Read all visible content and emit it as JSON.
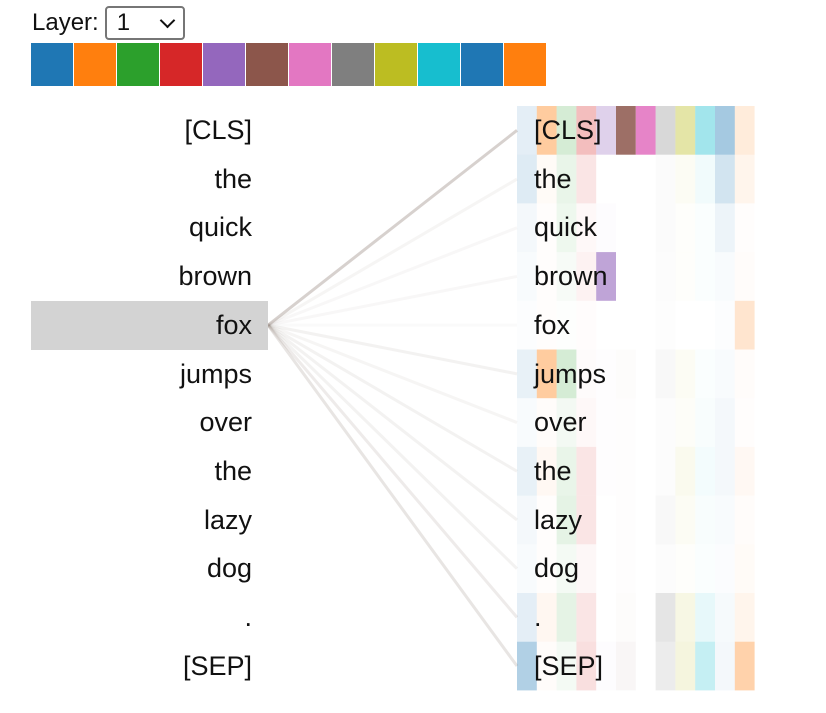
{
  "layer_label": "Layer:",
  "layer_value": "1",
  "selected_token_index": 4,
  "head_colors": [
    "#1f77b4",
    "#ff7f0e",
    "#2ca02c",
    "#d62728",
    "#9467bd",
    "#8c564b",
    "#e377c2",
    "#7f7f7f",
    "#bcbd22",
    "#17becf",
    "#1f77b4",
    "#ff7f0e"
  ],
  "tokens": [
    "[CLS]",
    "the",
    "quick",
    "brown",
    "fox",
    "jumps",
    "over",
    "the",
    "lazy",
    "dog",
    ".",
    "[SEP]"
  ],
  "line_attention": [
    0.35,
    0.08,
    0.06,
    0.06,
    0.04,
    0.1,
    0.08,
    0.1,
    0.1,
    0.1,
    0.15,
    0.2
  ],
  "attention": [
    [
      0.12,
      0.4,
      0.2,
      0.3,
      0.3,
      0.85,
      0.9,
      0.3,
      0.4,
      0.4,
      0.4,
      0.15
    ],
    [
      0.15,
      0.03,
      0.1,
      0.12,
      0,
      0,
      0,
      0.03,
      0.05,
      0.06,
      0.2,
      0.08
    ],
    [
      0.05,
      0.01,
      0.08,
      0.03,
      0.02,
      0,
      0,
      0.03,
      0.02,
      0.02,
      0.08,
      0.01
    ],
    [
      0.03,
      0.01,
      0.04,
      0.06,
      0.6,
      0,
      0,
      0.02,
      0.02,
      0.02,
      0.03,
      0.02
    ],
    [
      0.01,
      0.01,
      0.01,
      0.01,
      0,
      0,
      0,
      0.01,
      0,
      0,
      0.01,
      0.2
    ],
    [
      0.1,
      0.4,
      0.2,
      0.02,
      0.01,
      0.02,
      0,
      0.05,
      0.05,
      0.02,
      0.03,
      0.02
    ],
    [
      0.03,
      0.02,
      0.06,
      0.03,
      0.01,
      0.01,
      0,
      0.02,
      0.03,
      0.03,
      0.05,
      0.01
    ],
    [
      0.1,
      0.05,
      0.1,
      0.12,
      0.01,
      0.01,
      0,
      0.02,
      0.08,
      0.05,
      0.05,
      0.05
    ],
    [
      0.05,
      0.01,
      0.12,
      0.12,
      0,
      0.01,
      0,
      0.05,
      0.05,
      0.03,
      0.03,
      0.02
    ],
    [
      0.03,
      0.01,
      0.05,
      0.04,
      0,
      0.01,
      0,
      0.02,
      0.02,
      0.02,
      0.02,
      0.03
    ],
    [
      0.12,
      0.06,
      0.12,
      0.12,
      0,
      0.02,
      0,
      0.2,
      0.12,
      0.1,
      0.04,
      0.08
    ],
    [
      0.35,
      0.02,
      0.05,
      0.15,
      0.02,
      0.05,
      0,
      0.15,
      0.15,
      0.25,
      0.05,
      0.35
    ]
  ]
}
